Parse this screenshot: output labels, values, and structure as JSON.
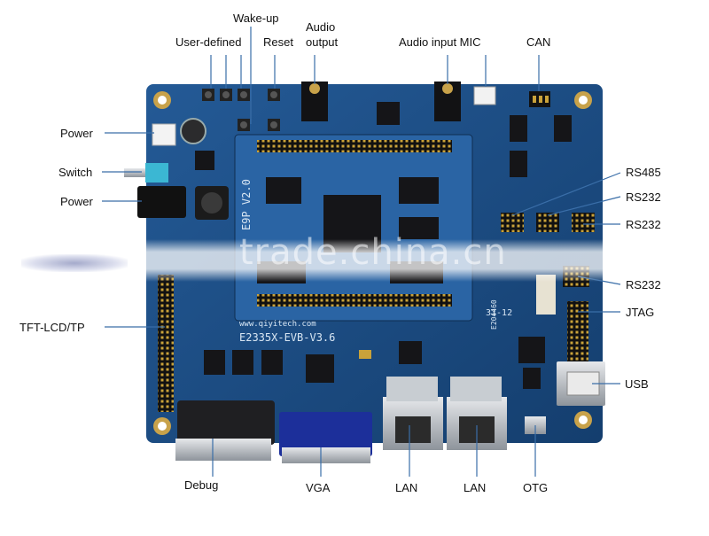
{
  "labels": {
    "wake_up": "Wake-up",
    "audio": "Audio",
    "output": "output",
    "user_defined": "User-defined",
    "reset": "Reset",
    "audio_input_mic": "Audio input MIC",
    "can": "CAN",
    "power_top": "Power",
    "switch": "Switch",
    "power_bottom": "Power",
    "rs485": "RS485",
    "rs232_1": "RS232",
    "rs232_2": "RS232",
    "rs232_3": "RS232",
    "jtag": "JTAG",
    "tft_lcd_tp": "TFT-LCD/TP",
    "usb": "USB",
    "debug": "Debug",
    "vga": "VGA",
    "lan_1": "LAN",
    "lan_2": "LAN",
    "otg": "OTG"
  },
  "board": {
    "model": "E2335X-EVB-V3.6",
    "url": "www.qiyitech.com",
    "core": "E9P V2.0",
    "code": "E204460",
    "date": "31-12"
  },
  "watermark": "trade.china.cn",
  "colors": {
    "pcb": "#1d4f86",
    "pcb_dark": "#143a66",
    "callout": "#3a6ea8",
    "chip": "#1b1b1f",
    "metal": "#b8bcc2"
  }
}
